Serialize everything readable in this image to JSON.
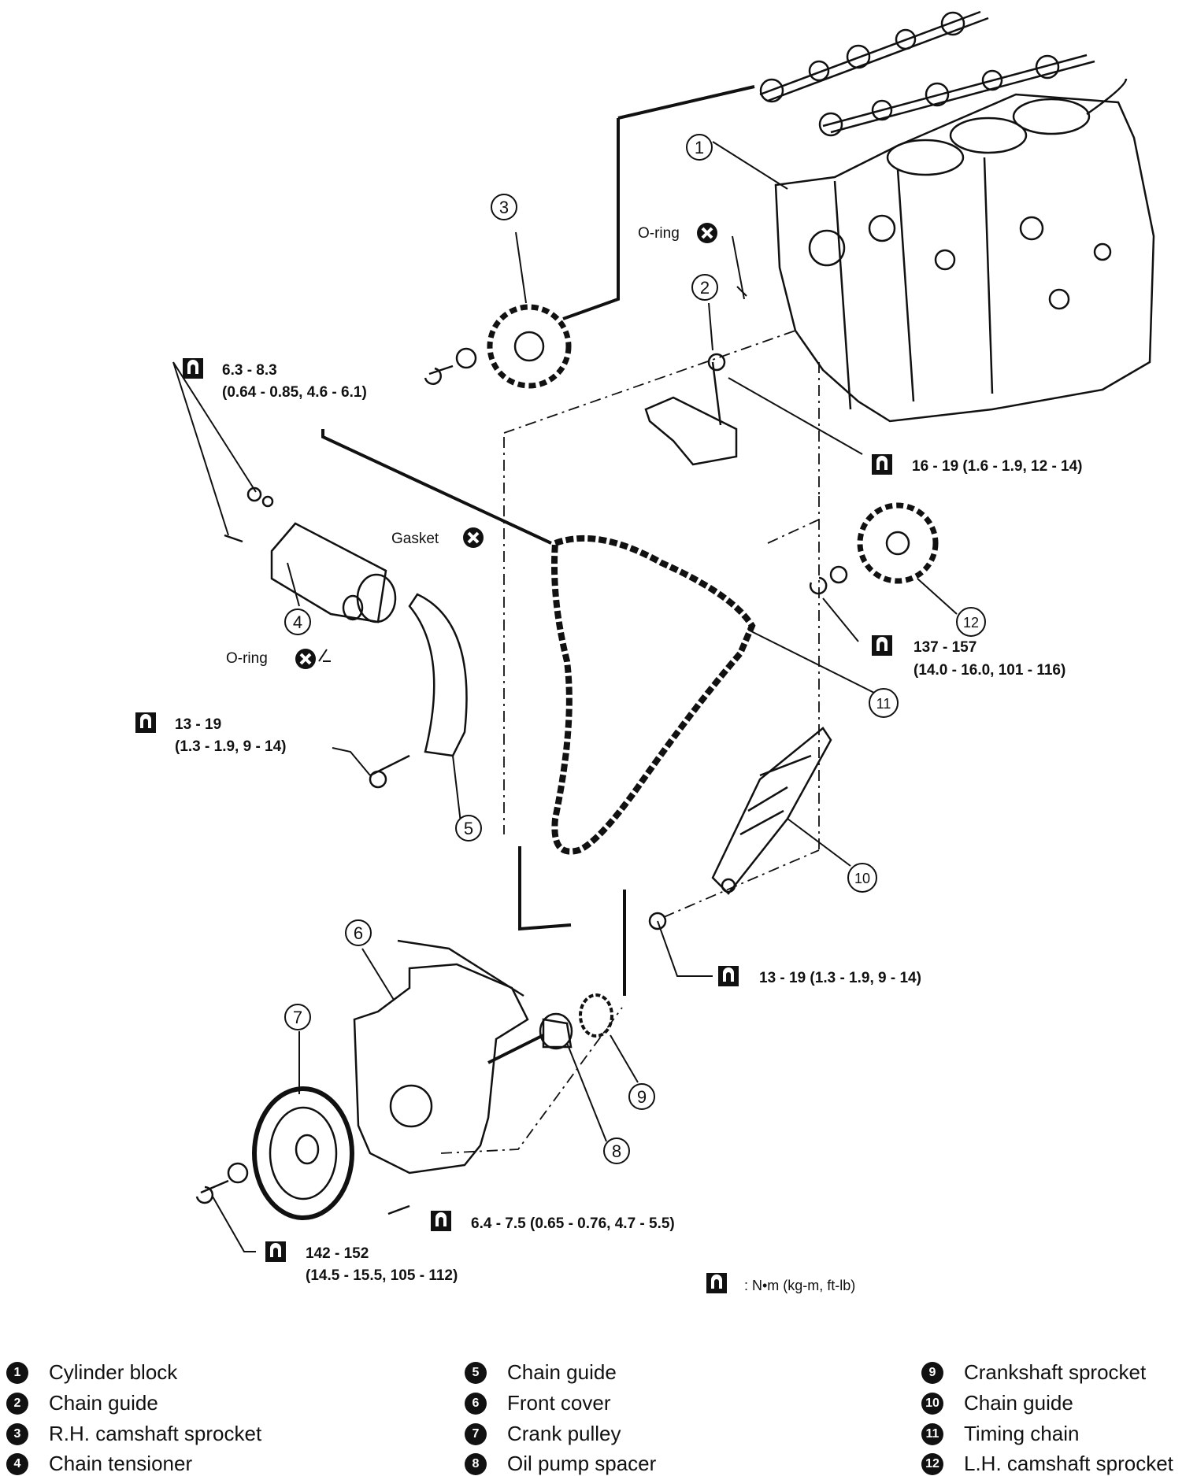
{
  "callouts": {
    "c1": "1",
    "c2": "2",
    "c3": "3",
    "c4": "4",
    "c5": "5",
    "c6": "6",
    "c7": "7",
    "c8": "8",
    "c9": "9",
    "c10": "10",
    "c11": "11",
    "c12": "12"
  },
  "labels": {
    "oring_top": "O-ring",
    "oring_left": "O-ring",
    "gasket": "Gasket"
  },
  "torque": {
    "t1_a": "6.3 - 8.3",
    "t1_b": "(0.64 - 0.85, 4.6 - 6.1)",
    "t2": "16 - 19 (1.6 - 1.9, 12 - 14)",
    "t3_a": "137 - 157",
    "t3_b": "(14.0 - 16.0, 101 - 116)",
    "t4_a": "13 - 19",
    "t4_b": "(1.3 - 1.9, 9 - 14)",
    "t5": "13 - 19 (1.3 - 1.9, 9 - 14)",
    "t6": "6.4 - 7.5 (0.65 - 0.76, 4.7 - 5.5)",
    "t7_a": "142 - 152",
    "t7_b": "(14.5 - 15.5, 105 - 112)",
    "unit_note": ": N•m (kg-m, ft-lb)"
  },
  "legend": [
    {
      "num": "1",
      "text": "Cylinder block"
    },
    {
      "num": "2",
      "text": "Chain guide"
    },
    {
      "num": "3",
      "text": "R.H. camshaft sprocket"
    },
    {
      "num": "4",
      "text": "Chain tensioner"
    },
    {
      "num": "5",
      "text": "Chain guide"
    },
    {
      "num": "6",
      "text": "Front cover"
    },
    {
      "num": "7",
      "text": "Crank pulley"
    },
    {
      "num": "8",
      "text": "Oil pump spacer"
    },
    {
      "num": "9",
      "text": "Crankshaft sprocket"
    },
    {
      "num": "10",
      "text": "Chain guide"
    },
    {
      "num": "11",
      "text": "Timing chain"
    },
    {
      "num": "12",
      "text": "L.H. camshaft sprocket"
    }
  ],
  "icons": {
    "torque": "torque-wrench-icon",
    "replace": "replace-part-x-icon"
  }
}
